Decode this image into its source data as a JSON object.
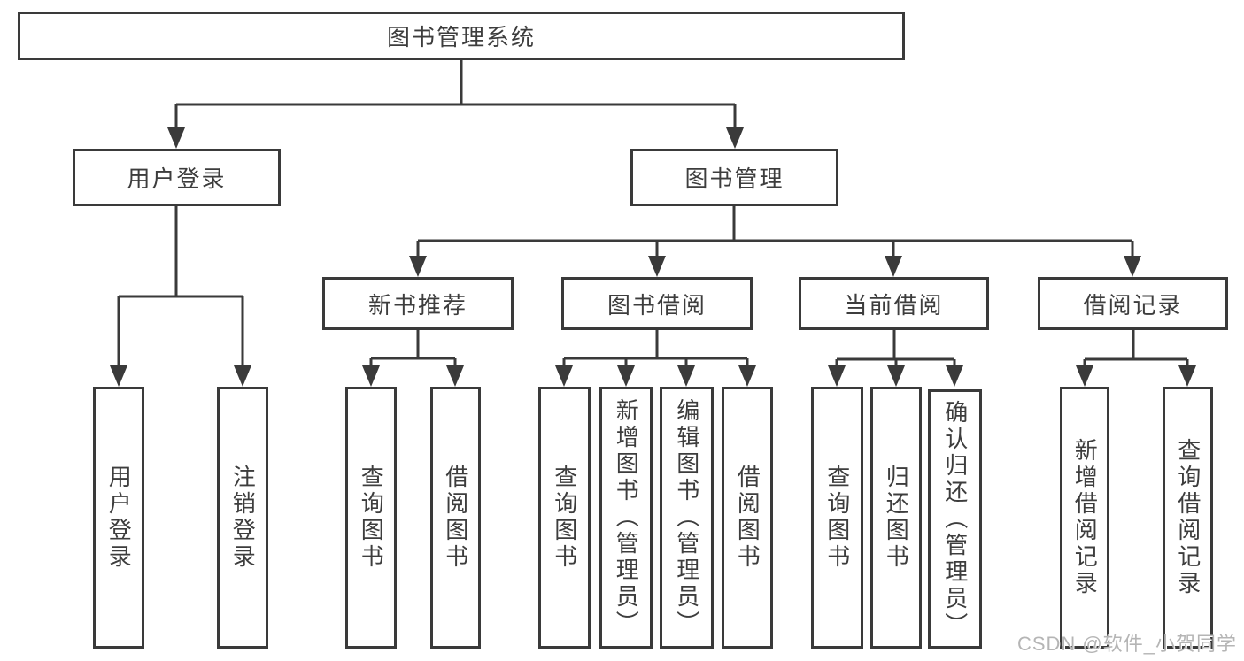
{
  "tree": {
    "root": "图书管理系统",
    "login": {
      "label": "用户登录",
      "children": [
        "用户登录",
        "注销登录"
      ]
    },
    "mgmt": {
      "label": "图书管理",
      "groups": [
        {
          "label": "新书推荐",
          "children": [
            "查询图书",
            "借阅图书"
          ]
        },
        {
          "label": "图书借阅",
          "children": [
            "查询图书",
            "新增图书（管理员）",
            "编辑图书（管理员）",
            "借阅图书"
          ]
        },
        {
          "label": "当前借阅",
          "children": [
            "查询图书",
            "归还图书",
            "确认归还（管理员）"
          ]
        },
        {
          "label": "借阅记录",
          "children": [
            "新增借阅记录",
            "查询借阅记录"
          ]
        }
      ]
    }
  },
  "watermark": {
    "text": "CSDN @软件_小贺同学"
  },
  "colors": {
    "line": "#3a3a3a",
    "text": "#3d3d3d",
    "watermark": "#b5b5b5",
    "background": "#ffffff"
  }
}
